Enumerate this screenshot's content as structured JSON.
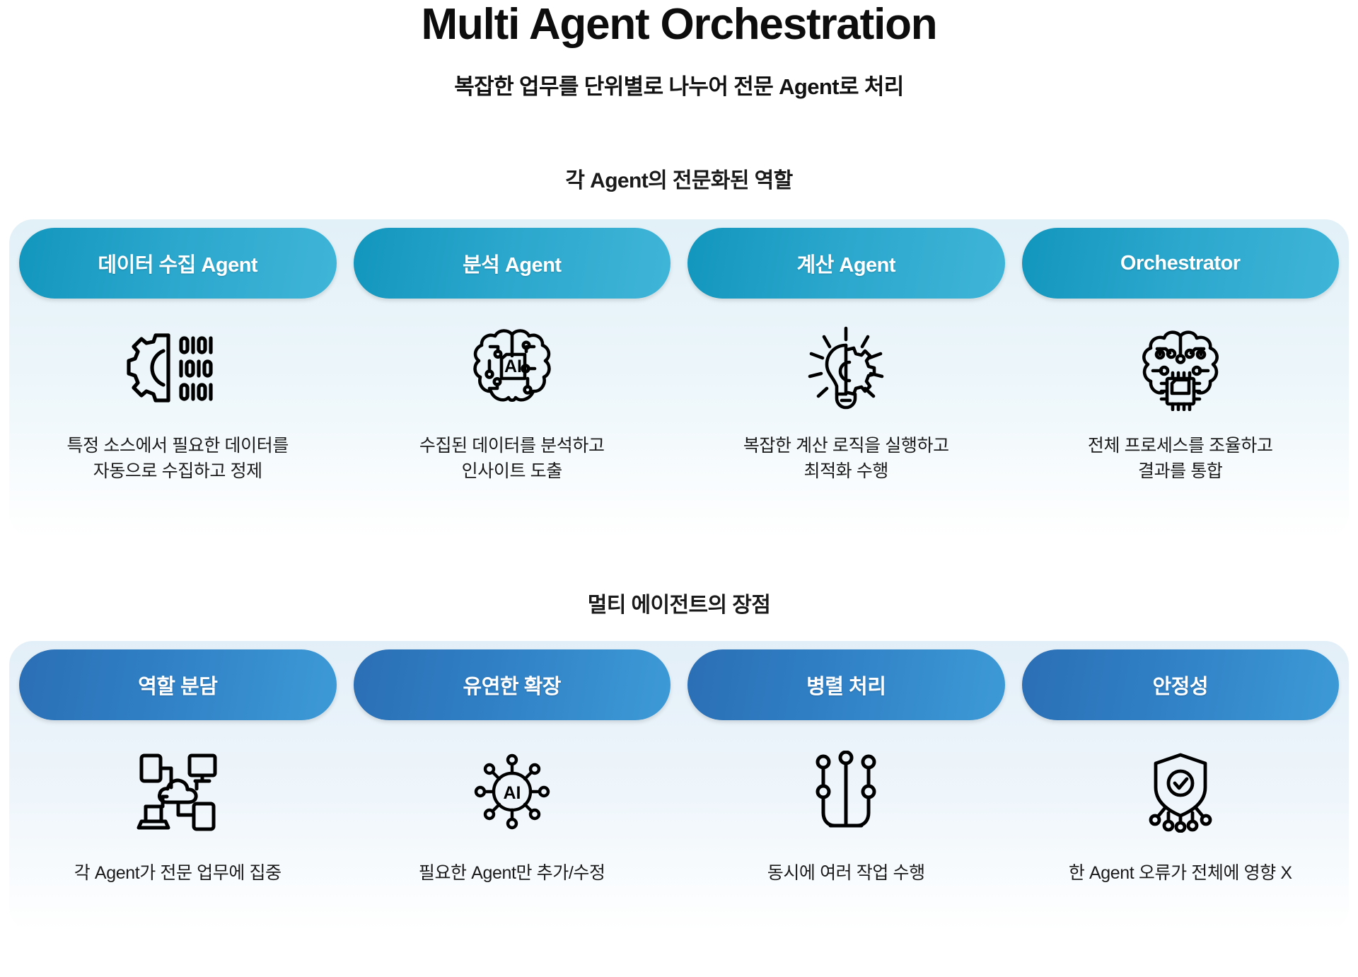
{
  "header": {
    "title": "Multi Agent Orchestration",
    "subtitle": "복잡한 업무를 단위별로 나누어 전문 Agent로 처리"
  },
  "colors": {
    "pill_teal_start": "#1296bd",
    "pill_teal_end": "#3fb5d8",
    "pill_blue_start": "#2b6fb5",
    "pill_blue_end": "#3d9ad6",
    "panel_bg": "#e6f2f8",
    "text": "#1a1a1a",
    "pill_text": "#ffffff"
  },
  "sections": [
    {
      "heading": "각 Agent의 전문화된 역할",
      "pill_style": "teal",
      "cards": [
        {
          "pill_label": "데이터 수집 Agent",
          "icon": "gear-binary-icon",
          "caption_line1": "특정 소스에서 필요한 데이터를",
          "caption_line2": "자동으로 수집하고 정제",
          "binary_rows": [
            "0101",
            "1010",
            "0101"
          ]
        },
        {
          "pill_label": "분석 Agent",
          "icon": "brain-ai-chip-icon",
          "caption_line1": "수집된 데이터를 분석하고",
          "caption_line2": "인사이트 도출",
          "chip_text": "AI"
        },
        {
          "pill_label": "계산 Agent",
          "icon": "lightbulb-gear-icon",
          "caption_line1": "복잡한 계산 로직을 실행하고",
          "caption_line2": "최적화 수행"
        },
        {
          "pill_label": "Orchestrator",
          "icon": "brain-cpu-icon",
          "caption_line1": "전체 프로세스를 조율하고",
          "caption_line2": "결과를 통합"
        }
      ]
    },
    {
      "heading": "멀티 에이전트의 장점",
      "pill_style": "blue",
      "cards": [
        {
          "pill_label": "역할 분담",
          "icon": "cloud-network-devices-icon",
          "caption_line1": "각 Agent가 전문 업무에 집중",
          "caption_line2": ""
        },
        {
          "pill_label": "유연한 확장",
          "icon": "ai-node-hub-icon",
          "caption_line1": "필요한 Agent만 추가/수정",
          "caption_line2": "",
          "chip_text": "AI"
        },
        {
          "pill_label": "병렬 처리",
          "icon": "parallel-branches-icon",
          "caption_line1": "동시에 여러 작업 수행",
          "caption_line2": ""
        },
        {
          "pill_label": "안정성",
          "icon": "shield-check-circuit-icon",
          "caption_line1": "한 Agent 오류가 전체에 영향 X",
          "caption_line2": ""
        }
      ]
    }
  ]
}
